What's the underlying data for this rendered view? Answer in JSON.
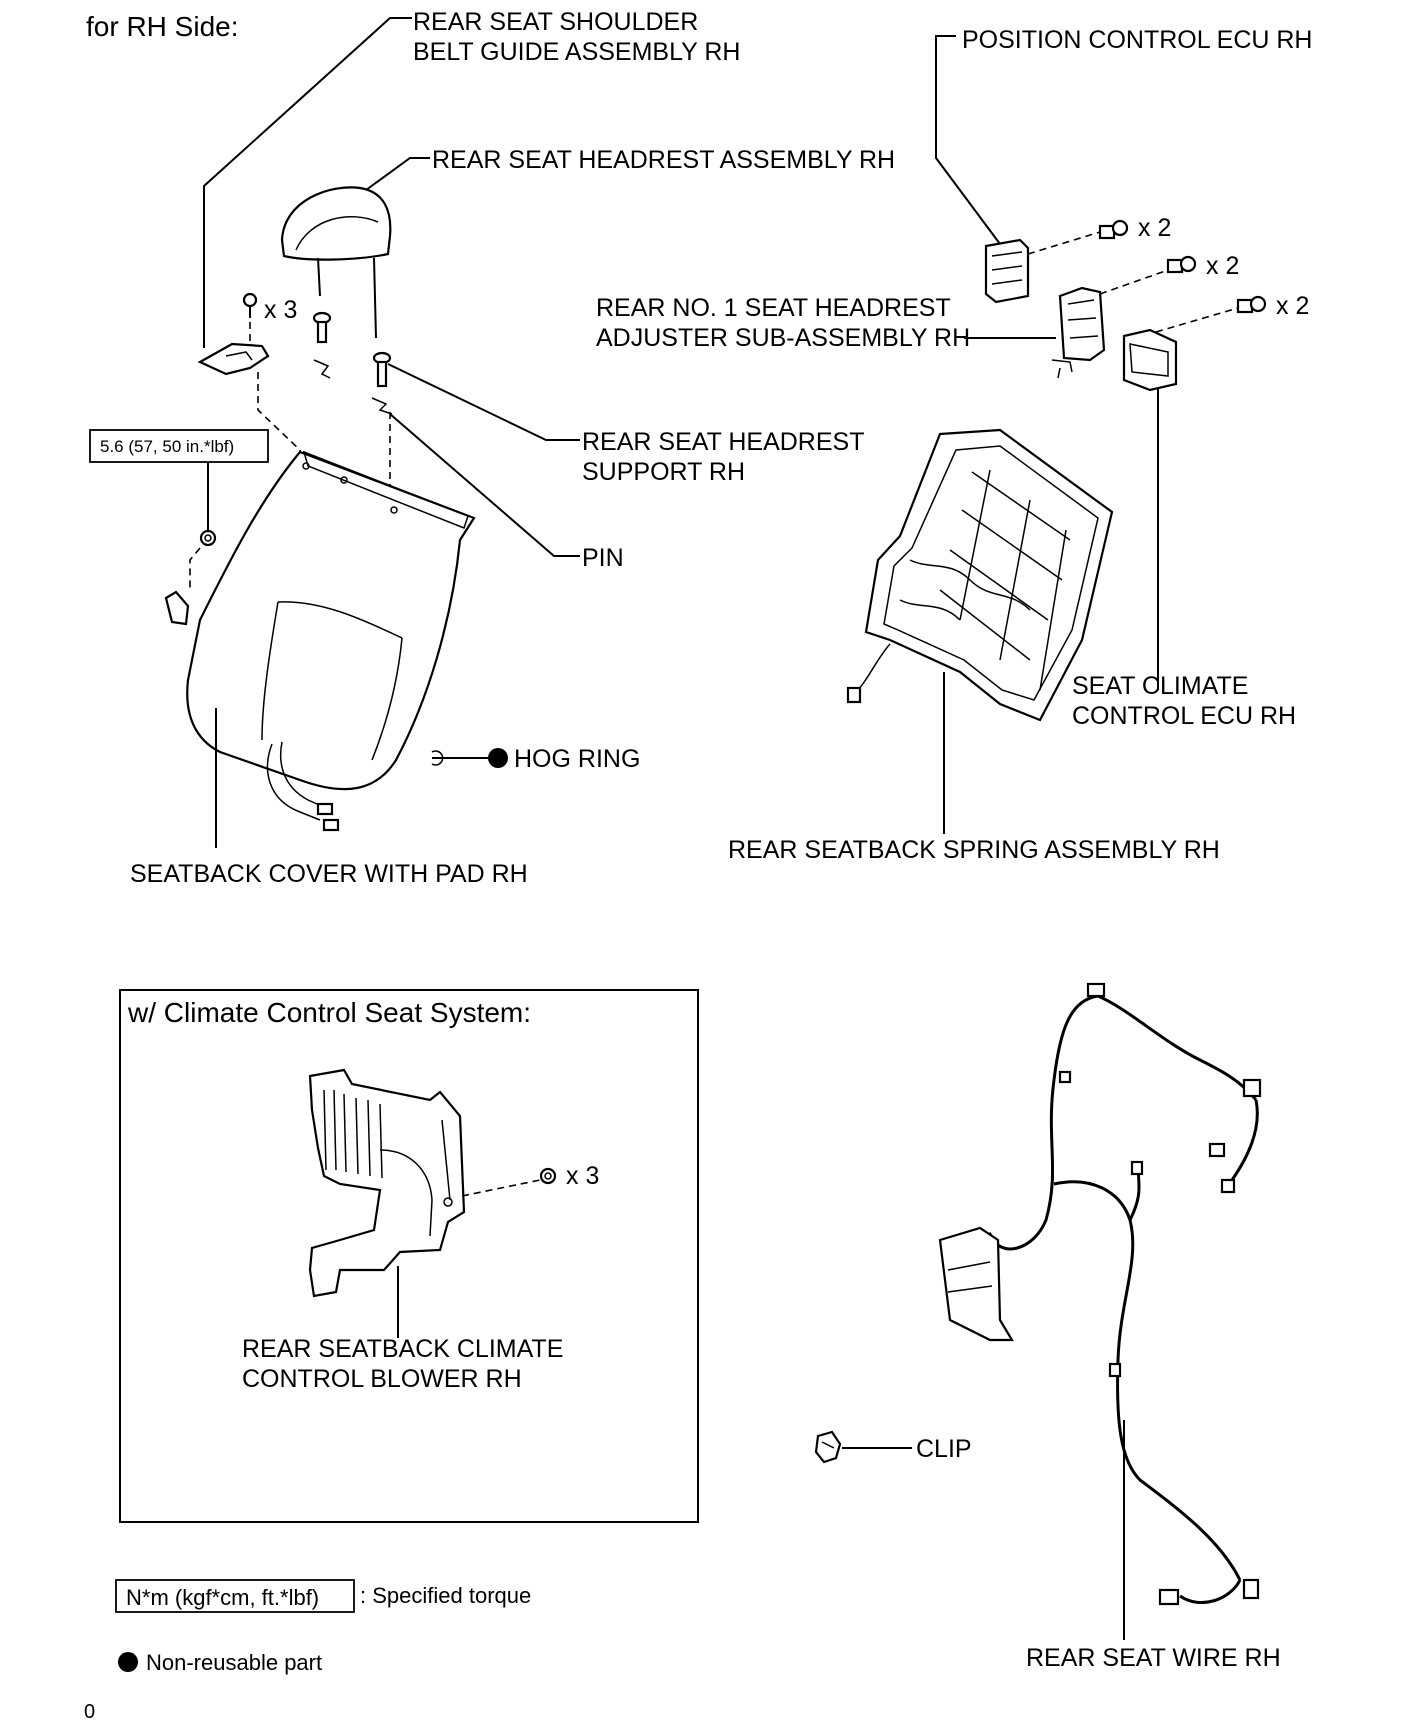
{
  "heading": "for RH Side:",
  "labels": {
    "shoulder_belt_guide_1": "REAR SEAT SHOULDER",
    "shoulder_belt_guide_2": "BELT GUIDE ASSEMBLY RH",
    "headrest": "REAR SEAT HEADREST ASSEMBLY RH",
    "position_ecu": "POSITION CONTROL ECU RH",
    "headrest_adjuster_1": "REAR NO. 1 SEAT HEADREST",
    "headrest_adjuster_2": "ADJUSTER SUB-ASSEMBLY RH",
    "headrest_support_1": "REAR SEAT HEADREST",
    "headrest_support_2": "SUPPORT RH",
    "pin": "PIN",
    "hog_ring": "HOG RING",
    "seat_climate_ecu_1": "SEAT CLIMATE",
    "seat_climate_ecu_2": "CONTROL ECU RH",
    "seatback_spring": "REAR SEATBACK SPRING ASSEMBLY RH",
    "seatback_cover": "SEATBACK COVER WITH PAD RH",
    "climate_blower_1": "REAR SEATBACK CLIMATE",
    "climate_blower_2": "CONTROL BLOWER RH",
    "clip": "CLIP",
    "rear_seat_wire": "REAR SEAT WIRE RH"
  },
  "quantities": {
    "belt_guide_bolts": "x 3",
    "ecu_bolts": "x 2",
    "adjuster_bolts": "x 2",
    "climate_ecu_bolts": "x 2",
    "blower_nuts": "x 3"
  },
  "torque_spec": "5.6 (57, 50 in.*lbf)",
  "inset_title": "w/ Climate Control Seat System:",
  "legend": {
    "torque_box": "N*m (kgf*cm, ft.*lbf)",
    "torque_text": ": Specified torque",
    "nonreusable_text": "Non-reusable part"
  },
  "footer_code": "0"
}
